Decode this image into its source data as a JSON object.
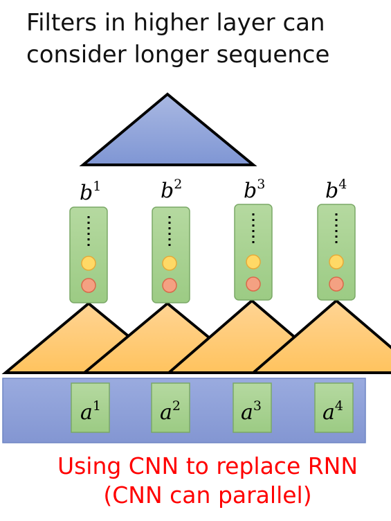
{
  "title": {
    "line1": "Filters in higher layer can",
    "line2": "consider longer sequence"
  },
  "output_vectors": [
    {
      "base": "b",
      "sup": "1"
    },
    {
      "base": "b",
      "sup": "2"
    },
    {
      "base": "b",
      "sup": "3"
    },
    {
      "base": "b",
      "sup": "4"
    }
  ],
  "input_vectors": [
    {
      "base": "a",
      "sup": "1"
    },
    {
      "base": "a",
      "sup": "2"
    },
    {
      "base": "a",
      "sup": "3"
    },
    {
      "base": "a",
      "sup": "4"
    }
  ],
  "caption": {
    "line1": "Using CNN to replace RNN",
    "line2": "(CNN can parallel)"
  },
  "colors": {
    "filter_top": "#8fa3d8",
    "filter_bottom": "#ffc874",
    "input_band": "#8fa2d9",
    "vector_box": "#a9d18e",
    "yellow_dot": "#ffd966",
    "red_dot": "#f4a182",
    "caption": "#ff0000"
  }
}
